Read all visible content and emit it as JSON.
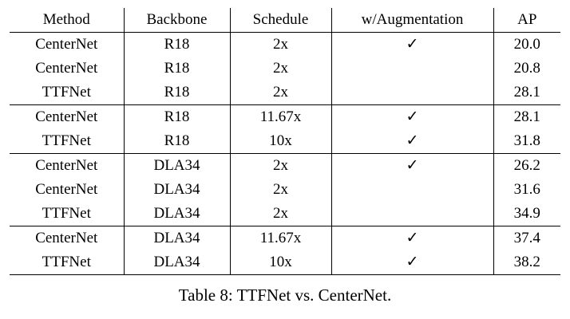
{
  "table": {
    "columns": [
      "Method",
      "Backbone",
      "Schedule",
      "w/Augmentation",
      "AP"
    ],
    "check_glyph": "✓",
    "groups": [
      {
        "rows": [
          {
            "method": "CenterNet",
            "backbone": "R18",
            "schedule": "2x",
            "augmentation": "✓",
            "ap": "20.0"
          },
          {
            "method": "CenterNet",
            "backbone": "R18",
            "schedule": "2x",
            "augmentation": "",
            "ap": "20.8"
          },
          {
            "method": "TTFNet",
            "backbone": "R18",
            "schedule": "2x",
            "augmentation": "",
            "ap": "28.1"
          }
        ]
      },
      {
        "rows": [
          {
            "method": "CenterNet",
            "backbone": "R18",
            "schedule": "11.67x",
            "augmentation": "✓",
            "ap": "28.1"
          },
          {
            "method": "TTFNet",
            "backbone": "R18",
            "schedule": "10x",
            "augmentation": "✓",
            "ap": "31.8"
          }
        ]
      },
      {
        "rows": [
          {
            "method": "CenterNet",
            "backbone": "DLA34",
            "schedule": "2x",
            "augmentation": "✓",
            "ap": "26.2"
          },
          {
            "method": "CenterNet",
            "backbone": "DLA34",
            "schedule": "2x",
            "augmentation": "",
            "ap": "31.6"
          },
          {
            "method": "TTFNet",
            "backbone": "DLA34",
            "schedule": "2x",
            "augmentation": "",
            "ap": "34.9"
          }
        ]
      },
      {
        "rows": [
          {
            "method": "CenterNet",
            "backbone": "DLA34",
            "schedule": "11.67x",
            "augmentation": "✓",
            "ap": "37.4"
          },
          {
            "method": "TTFNet",
            "backbone": "DLA34",
            "schedule": "10x",
            "augmentation": "✓",
            "ap": "38.2"
          }
        ]
      }
    ]
  },
  "caption": {
    "text": "Table 8: TTFNet vs. CenterNet."
  },
  "colors": {
    "text": "#000000",
    "rule": "#000000",
    "background": "#ffffff"
  }
}
